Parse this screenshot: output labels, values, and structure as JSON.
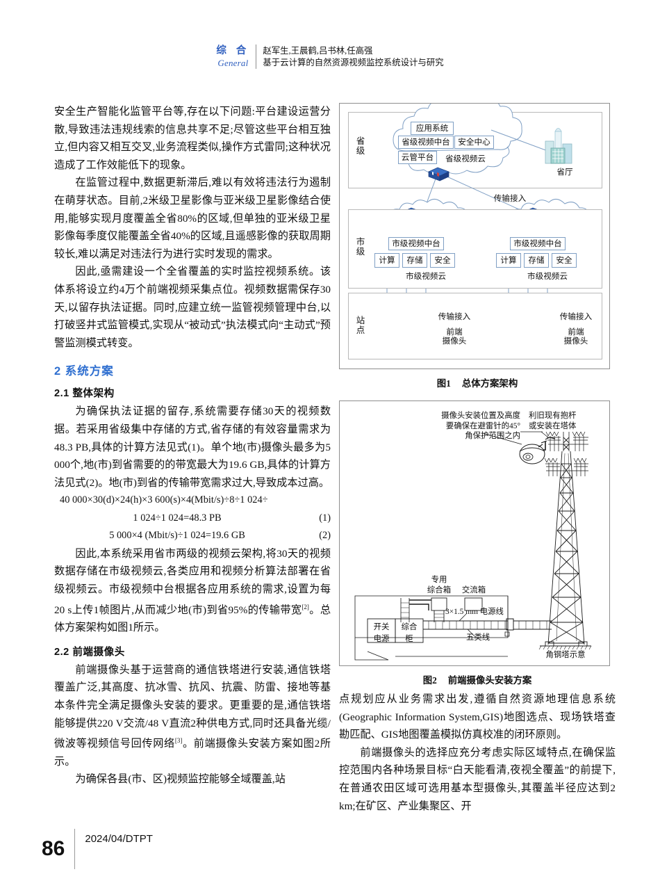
{
  "runhead": {
    "section_cn": "综 合",
    "section_en": "General",
    "authors": "赵军生,王晨鹤,吕书林,任高强",
    "title": "基于云计算的自然资源视频监控系统设计与研究"
  },
  "left_column": {
    "para1": "安全生产智能化监管平台等,存在以下问题:平台建设运营分散,导致违法违规线索的信息共享不足;尽管这些平台相互独立,但内容又相互交叉,业务流程类似,操作方式雷同;这种状况造成了工作效能低下的现象。",
    "para2": "在监管过程中,数据更新滞后,难以有效将违法行为遏制在萌芽状态。目前,2米级卫星影像与亚米级卫星影像结合使用,能够实现月度覆盖全省80%的区域,但单独的亚米级卫星影像每季度仅能覆盖全省40%的区域,且遥感影像的获取周期较长,难以满足对违法行为进行实时发现的需求。",
    "para3": "因此,亟需建设一个全省覆盖的实时监控视频系统。该体系将设立约4万个前端视频采集点位。视频数据需保存30天,以留存执法证据。同时,应建立统一监管视频管理中台,以打破竖井式监管模式,实现从“被动式”执法模式向“主动式”预警监测模式转变。",
    "heading2": "2  系统方案",
    "heading21": "2.1  整体架构",
    "para4": "为确保执法证据的留存,系统需要存储30天的视频数据。若采用省级集中存储的方式,省存储的有效容量需求为48.3 PB,具体的计算方法见式(1)。单个地(市)摄像头最多为5 000个,地(市)到省需要的的带宽最大为19.6 GB,具体的计算方法见式(2)。地(市)到省的传输带宽需求过大,导致成本过高。",
    "formula1_line1": "40 000×30(d)×24(h)×3 600(s)×4(Mbit/s)÷8÷1 024÷",
    "formula1_line2": "1 024÷1 024=48.3 PB",
    "formula1_num": "(1)",
    "formula2": "5 000×4 (Mbit/s)÷1 024=19.6 GB",
    "formula2_num": "(2)",
    "para5_a": "因此,本系统采用省市两级的视频云架构,将30天的视频数据存储在市级视频云,各类应用和视频分析算法部署在省级视频云。市级视频中台根据各应用系统的需求,设置为每20 s上传1帧图片,从而减少地(市)到省95%的传输带宽",
    "para5_ref": "[2]",
    "para5_b": "。总体方案架构如图1所示。",
    "heading22": "2.2  前端摄像头",
    "para6_a": "前端摄像头基于运营商的通信铁塔进行安装,通信铁塔覆盖广泛,其高度、抗冰雪、抗风、抗震、防雷、接地等基本条件完全满足摄像头安装的要求。更重要的是,通信铁塔能够提供220 V交流/48 V直流2种供电方式,同时还具备光缆/微波等视频信号回传网络",
    "para6_ref": "[3]",
    "para6_b": "。前端摄像头安装方案如图2所示。",
    "para7": "为确保各县(市、区)视频监控能够全域覆盖,站"
  },
  "right_column": {
    "para1": "点规划应从业务需求出发,遵循自然资源地理信息系统(Geographic Information System,GIS)地图选点、现场铁塔查勘匹配、GIS地图覆盖模拟仿真校准的闭环原则。",
    "para2": "前端摄像头的选择应充分考虑实际区域特点,在确保监控范围内各种场景目标“白天能看清,夜视全覆盖”的前提下,在普通农田区域可选用基本型摄像头,其覆盖半径应达到2 km;在矿区、产业集聚区、开"
  },
  "figure1": {
    "caption_label": "图1",
    "caption_text": "总体方案架构",
    "tier_labels": [
      "省级",
      "市级",
      "站点"
    ],
    "province": {
      "app_system": "应用系统",
      "video_center": "省级视频中台",
      "security_center": "安全中心",
      "cloud_mgmt": "云管平台",
      "cloud_name": "省级视频云",
      "department": "省厅"
    },
    "transport_label": "传输接入",
    "city": {
      "video_center": "市级视频中台",
      "compute": "计算",
      "storage": "存储",
      "security": "安全",
      "cloud_name": "市级视频云"
    },
    "site": {
      "transport": "传输接入",
      "camera": "前端\n摄像头",
      "camera_line1": "前端",
      "camera_line2": "摄像头"
    }
  },
  "figure2": {
    "caption_label": "图2",
    "caption_text": "前端摄像头安装方案",
    "note_left_l1": "摄像头安装位置及高度",
    "note_left_l2": "要确保在避雷针的45°",
    "note_left_l3": "角保护范围之内",
    "note_right_l1": "利旧现有抱杆",
    "note_right_l2": "或安装在塔体",
    "box_special_l1": "专用",
    "box_special_l2": "综合箱",
    "box_ac": "交流箱",
    "power_line": "3×1.5 mm 电源线",
    "cat5": "五类线",
    "switch_power_l1": "开关",
    "switch_power_l2": "电源",
    "cabinet_l1": "综合",
    "cabinet_l2": "柜",
    "tower_label": "角钢塔示意"
  },
  "footer": {
    "page_number": "86",
    "issue": "2024/04/DTPT"
  },
  "colors": {
    "accent_blue": "#2f6fd0",
    "runhead_blue": "#2f5fbf",
    "cloud_stroke": "#7f9fc4",
    "router_blue": "#27509c",
    "switch_blue": "#2a5f96"
  }
}
